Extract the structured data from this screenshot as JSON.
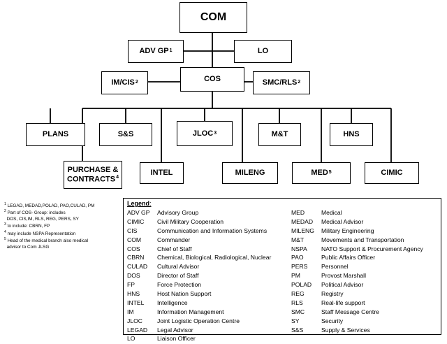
{
  "org_chart": {
    "com": "COM",
    "adv_gp": "ADV GP",
    "adv_gp_note": "1",
    "lo": "LO",
    "im_cis": "IM/CIS",
    "im_cis_note": "2",
    "cos": "COS",
    "smc_rls": "SMC/RLS",
    "smc_rls_note": "2",
    "plans": "PLANS",
    "s_and_s": "S&S",
    "jloc": "JLOC",
    "jloc_note": "3",
    "m_and_t": "M&T",
    "hns": "HNS",
    "purchase_line1": "PURCHASE &",
    "purchase_line2": "CONTRACTS",
    "purchase_note": "4",
    "intel": "INTEL",
    "mileng": "MILENG",
    "med": "MED",
    "med_note": "5",
    "cimic": "CIMIC"
  },
  "footnotes": [
    {
      "mark": "1",
      "text": "LEGAD, MEDAD,POLAD, PAO,CULAD, PM"
    },
    {
      "mark": "2",
      "text": "Part of COS- Group: includes"
    },
    {
      "mark": "",
      "text": "DOS, CIS,IM, RLS, REG, PERS, SY"
    },
    {
      "mark": "3",
      "text": "to include: CBRN, FP"
    },
    {
      "mark": "4",
      "text": "may include NSPA Representation"
    },
    {
      "mark": "5",
      "text": "Head of the medical branch also medical"
    },
    {
      "mark": "",
      "text": "advisor to Com JLSG"
    }
  ],
  "legend": {
    "title": "Legend",
    "left": [
      {
        "abbr": "ADV GP",
        "full": "Advisory Group"
      },
      {
        "abbr": "CIMIC",
        "full": "Civil Military Cooperation"
      },
      {
        "abbr": "CIS",
        "full": "Communication and Information Systems"
      },
      {
        "abbr": "COM",
        "full": "Commander"
      },
      {
        "abbr": "COS",
        "full": "Chief of Staff"
      },
      {
        "abbr": "CBRN",
        "full": "Chemical, Biological, Radiological, Nuclear"
      },
      {
        "abbr": "CULAD",
        "full": "Cultural Advisor"
      },
      {
        "abbr": "DOS",
        "full": "Director of Staff"
      },
      {
        "abbr": "FP",
        "full": "Force Protection"
      },
      {
        "abbr": "HNS",
        "full": "Host Nation Support"
      },
      {
        "abbr": "INTEL",
        "full": "Intelligence"
      },
      {
        "abbr": "IM",
        "full": "Information Management"
      },
      {
        "abbr": "JLOC",
        "full": "Joint Logistic Operation Centre"
      },
      {
        "abbr": "LEGAD",
        "full": "Legal Advisor"
      },
      {
        "abbr": "LO",
        "full": "Liaison Officer"
      }
    ],
    "right": [
      {
        "abbr": "MED",
        "full": "Medical"
      },
      {
        "abbr": "MEDAD",
        "full": "Medical Advisor"
      },
      {
        "abbr": "MILENG",
        "full": "Military Engineering"
      },
      {
        "abbr": "M&T",
        "full": "Movements and Transportation"
      },
      {
        "abbr": "NSPA",
        "full": "NATO Support & Procurement Agency"
      },
      {
        "abbr": "PAO",
        "full": "Public Affairs Officer"
      },
      {
        "abbr": "PERS",
        "full": "Personnel"
      },
      {
        "abbr": "PM",
        "full": "Provost Marshall"
      },
      {
        "abbr": "POLAD",
        "full": "Political Advisor"
      },
      {
        "abbr": "REG",
        "full": "Registry"
      },
      {
        "abbr": "RLS",
        "full": "Real-life support"
      },
      {
        "abbr": "SMC",
        "full": "Staff Message Centre"
      },
      {
        "abbr": "SY",
        "full": "Security"
      },
      {
        "abbr": "S&S",
        "full": "Supply & Services"
      }
    ]
  }
}
